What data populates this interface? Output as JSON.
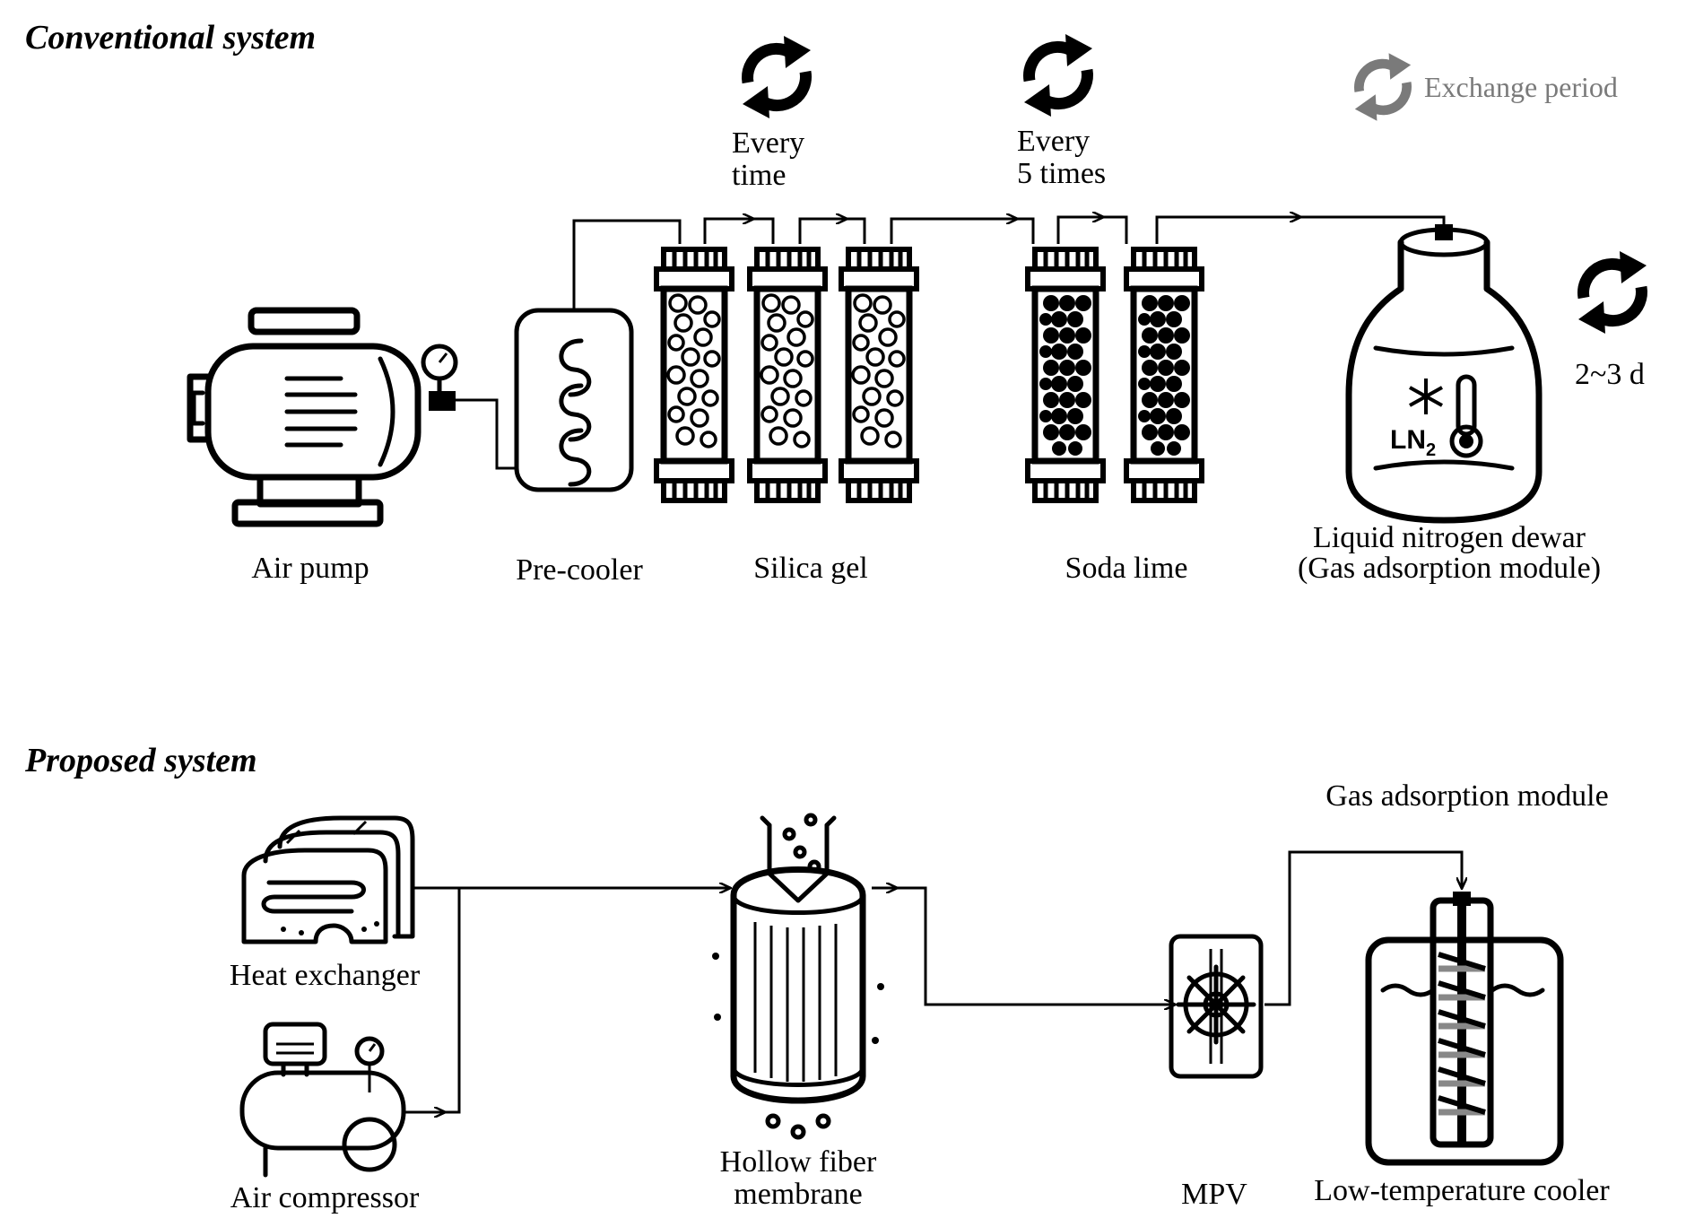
{
  "conventional": {
    "title": "Conventional system",
    "legend_label": "Exchange period",
    "exchange_silica": [
      "Every",
      "time"
    ],
    "exchange_soda": [
      "Every",
      "5 times"
    ],
    "exchange_dewar": "2~3 d",
    "labels": {
      "air_pump": "Air pump",
      "pre_cooler": "Pre-cooler",
      "silica_gel": "Silica gel",
      "soda_lime": "Soda lime",
      "dewar_line1": "Liquid nitrogen dewar",
      "dewar_line2": "(Gas adsorption module)",
      "ln2": "LN",
      "ln2_sub": "2"
    }
  },
  "proposed": {
    "title": "Proposed system",
    "labels": {
      "heat_exchanger": "Heat exchanger",
      "air_compressor": "Air compressor",
      "hollow_fiber_line1": "Hollow fiber",
      "hollow_fiber_line2": "membrane",
      "mpv": "MPV",
      "low_temp_cooler": "Low-temperature cooler",
      "gas_adsorption_module": "Gas adsorption module"
    }
  },
  "colors": {
    "ink": "#000000",
    "legend_gray": "#7a7a7a"
  },
  "icons": [
    "exchange-cycle-icon",
    "air-pump-icon",
    "pre-cooler-icon",
    "silica-gel-column-icon",
    "soda-lime-column-icon",
    "dewar-icon",
    "heat-exchanger-icon",
    "air-compressor-icon",
    "hollow-fiber-membrane-icon",
    "mpv-valve-icon",
    "low-temperature-cooler-icon"
  ]
}
